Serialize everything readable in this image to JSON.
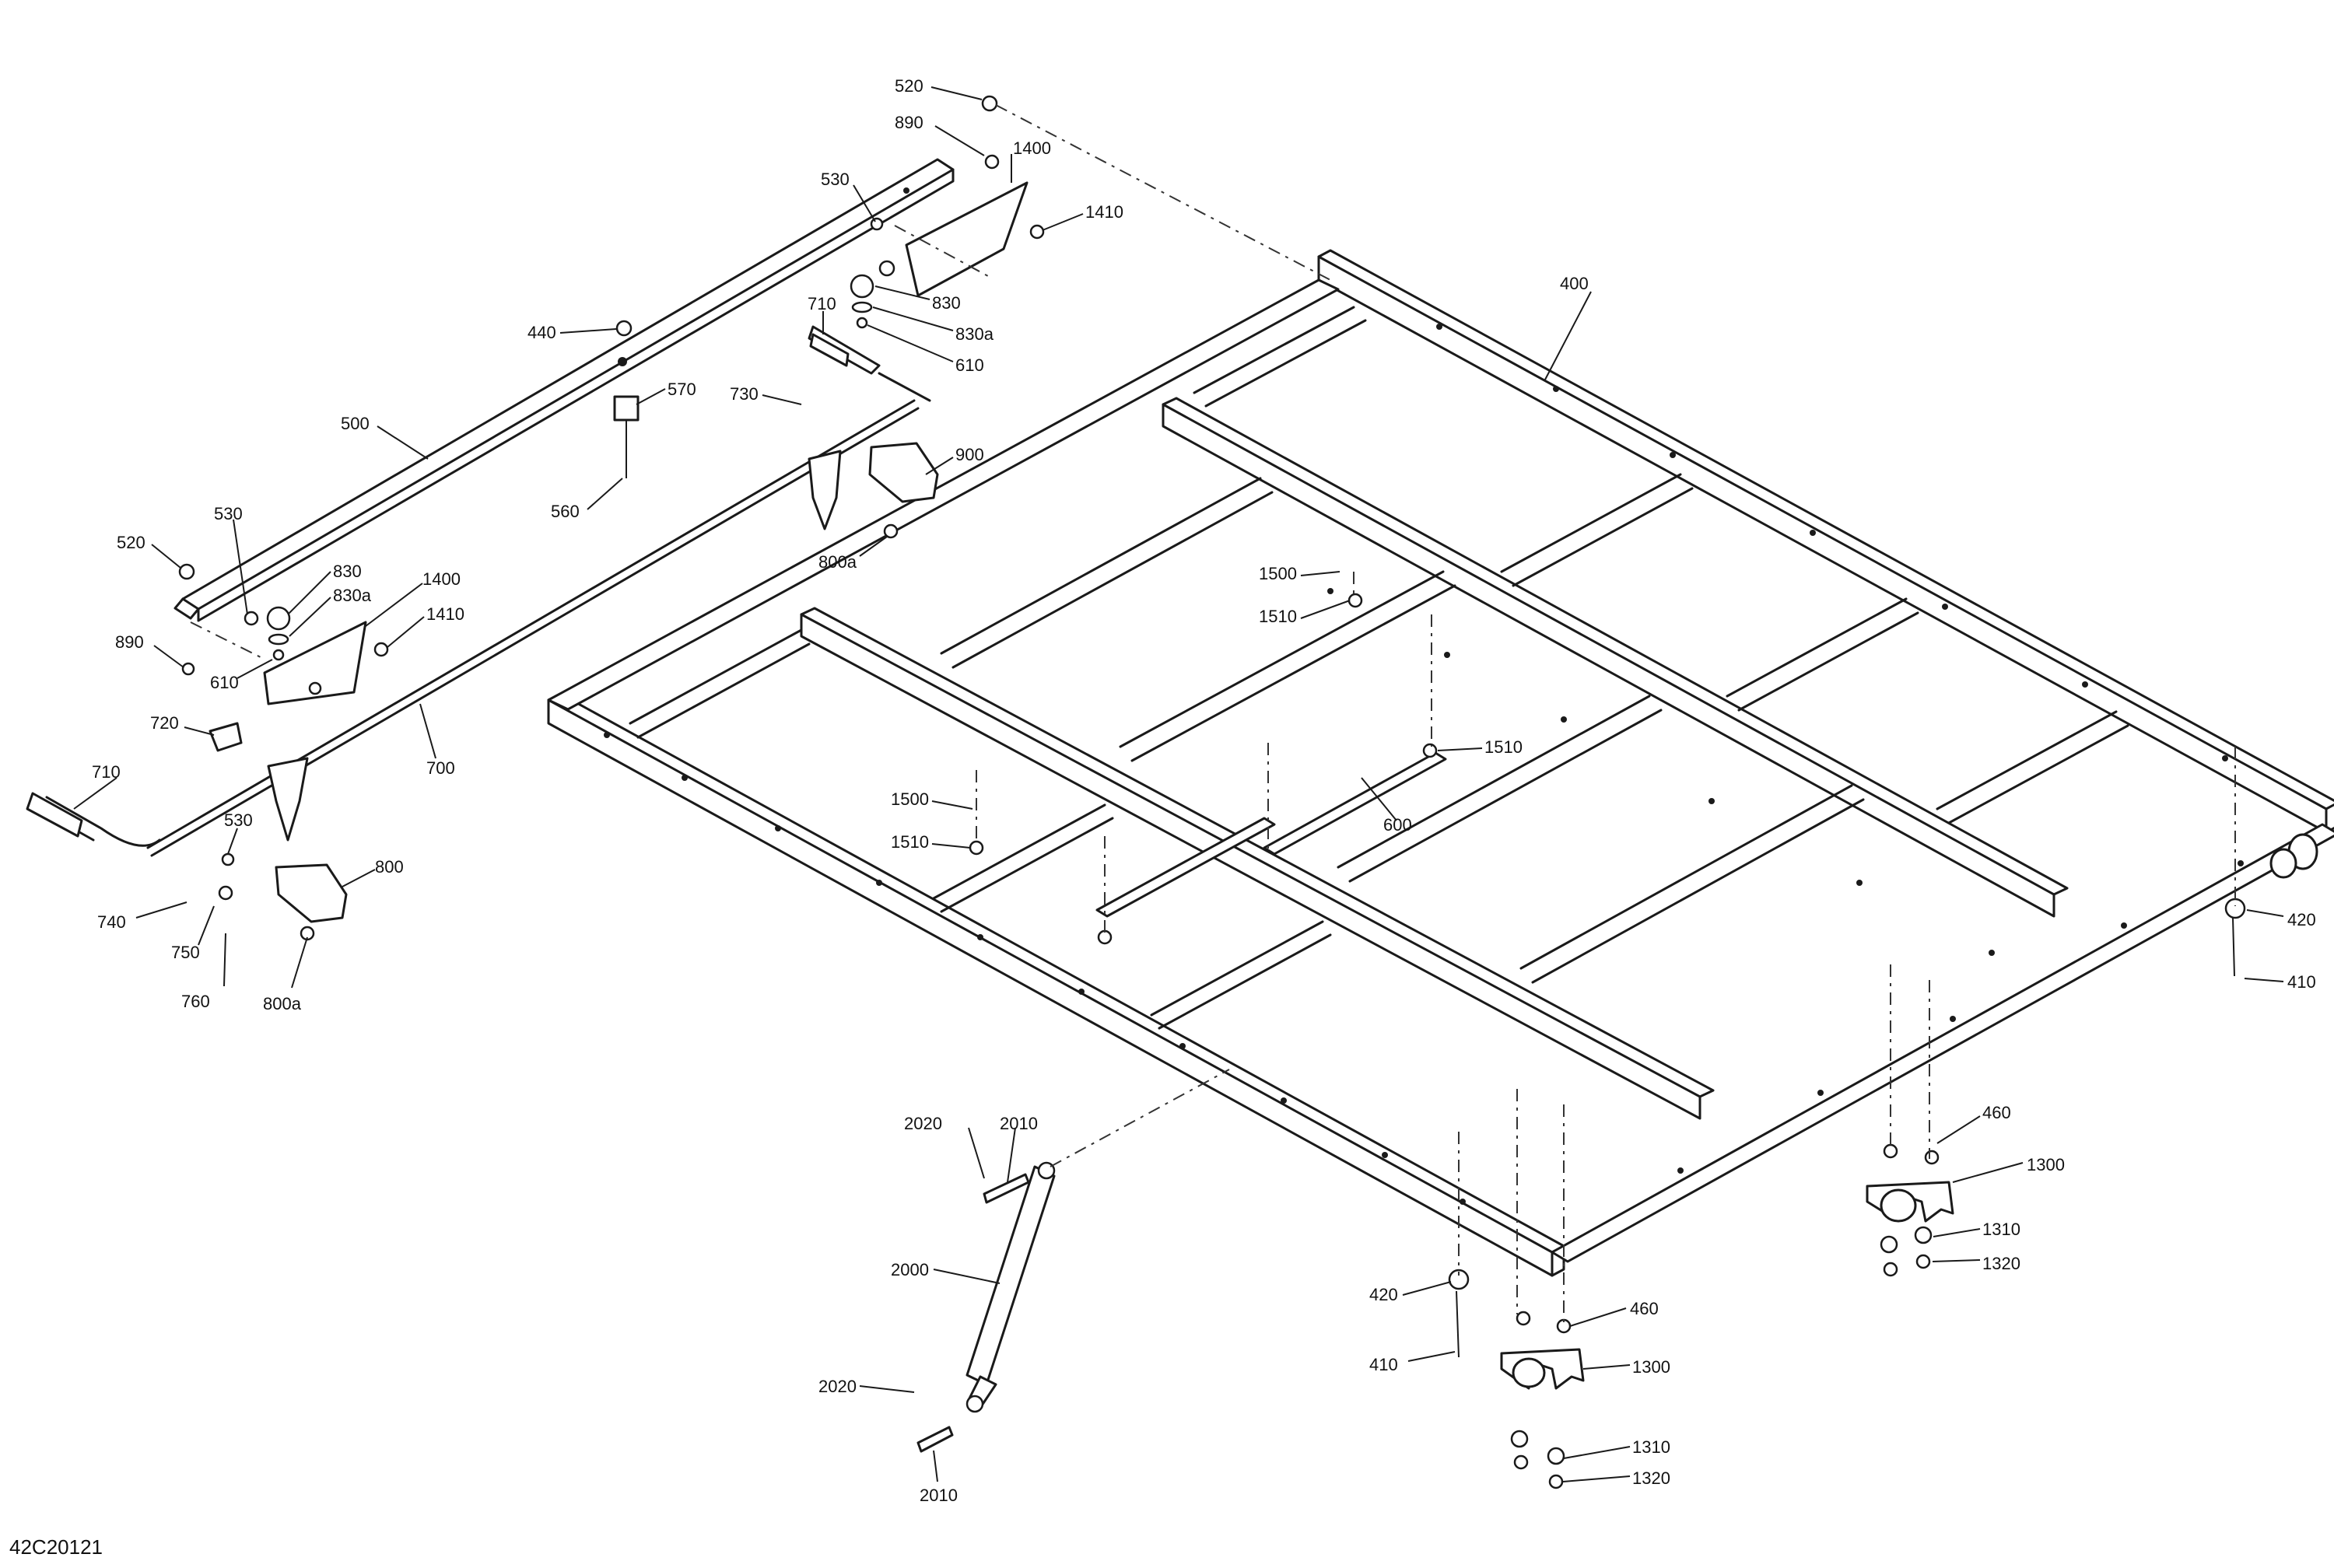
{
  "diagram": {
    "drawing_code": "42C20121",
    "callouts": {
      "c520a": "520",
      "c890a": "890",
      "c1400a": "1400",
      "c530a": "530",
      "c1410a": "1410",
      "c830a": "830",
      "c830aa": "830a",
      "c610a": "610",
      "c710a": "710",
      "c440": "440",
      "c570": "570",
      "c730": "730",
      "c500": "500",
      "c560": "560",
      "c900": "900",
      "c800aa": "800a",
      "c400": "400",
      "c520b": "520",
      "c530b": "530",
      "c830b": "830",
      "c830ab": "830a",
      "c1400b": "1400",
      "c1410b": "1410",
      "c890b": "890",
      "c610b": "610",
      "c720": "720",
      "c700": "700",
      "c710b": "710",
      "c530c": "530",
      "c800": "800",
      "c740": "740",
      "c750": "750",
      "c760": "760",
      "c800ab": "800a",
      "c1500a": "1500",
      "c1510a": "1510",
      "c1510b": "1510",
      "c600": "600",
      "c1500b": "1500",
      "c1510c": "1510",
      "c420a": "420",
      "c410a": "410",
      "c460a": "460",
      "c1300a": "1300",
      "c1310a": "1310",
      "c1320a": "1320",
      "c2020a": "2020",
      "c2010a": "2010",
      "c2000": "2000",
      "c2020b": "2020",
      "c2010b": "2010",
      "c420b": "420",
      "c410b": "410",
      "c460b": "460",
      "c1300b": "1300",
      "c1310b": "1310",
      "c1320b": "1320"
    }
  }
}
